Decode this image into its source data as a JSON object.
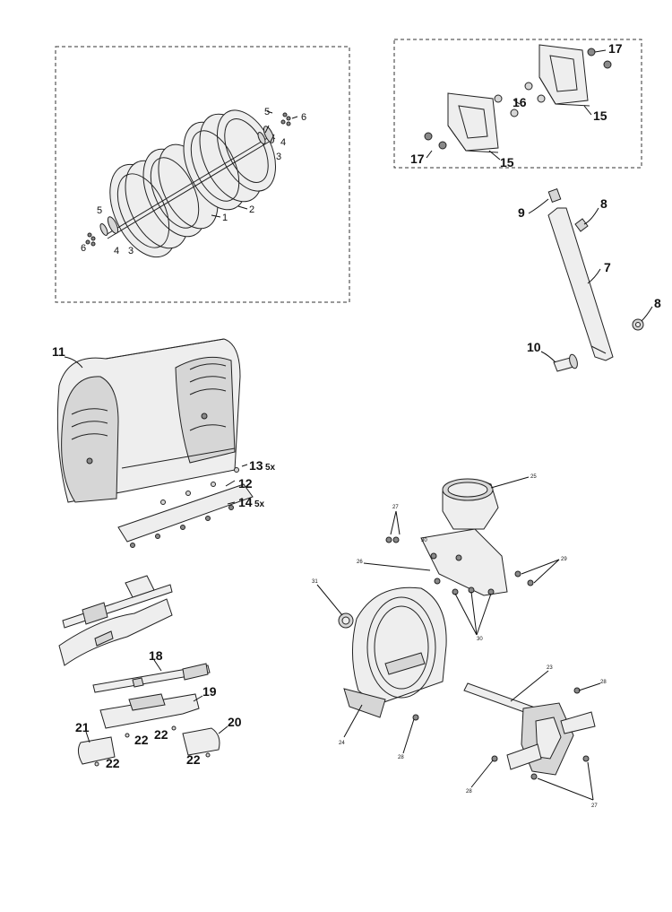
{
  "labels": {
    "auger_1": "1",
    "auger_2": "2",
    "auger_3a": "3",
    "auger_3b": "3",
    "auger_4a": "4",
    "auger_4b": "4",
    "auger_5a": "5",
    "auger_5b": "5",
    "auger_6a": "6",
    "auger_6b": "6",
    "skid_15a": "15",
    "skid_15b": "15",
    "skid_16": "16",
    "skid_17a": "17",
    "skid_17b": "17",
    "rod_7": "7",
    "rod_8a": "8",
    "rod_8b": "8",
    "rod_9": "9",
    "rod_10": "10",
    "housing_11": "11",
    "housing_12": "12",
    "housing_13": "13",
    "housing_14": "14",
    "qty_5x_a": "5x",
    "qty_5x_b": "5x",
    "shaft_18": "18",
    "shaft_19": "19",
    "shaft_20": "20",
    "shaft_21": "21",
    "shaft_22a": "22",
    "shaft_22b": "22",
    "shaft_22c": "22",
    "shaft_22d": "22",
    "fan_23": "23",
    "fan_24": "24",
    "fan_25": "25",
    "fan_26": "26",
    "fan_27a": "27",
    "fan_27b": "27",
    "fan_28a": "28",
    "fan_28b": "28",
    "fan_28c": "28",
    "fan_29": "29",
    "fan_30a": "30",
    "fan_30b": "30",
    "fan_31": "31"
  }
}
